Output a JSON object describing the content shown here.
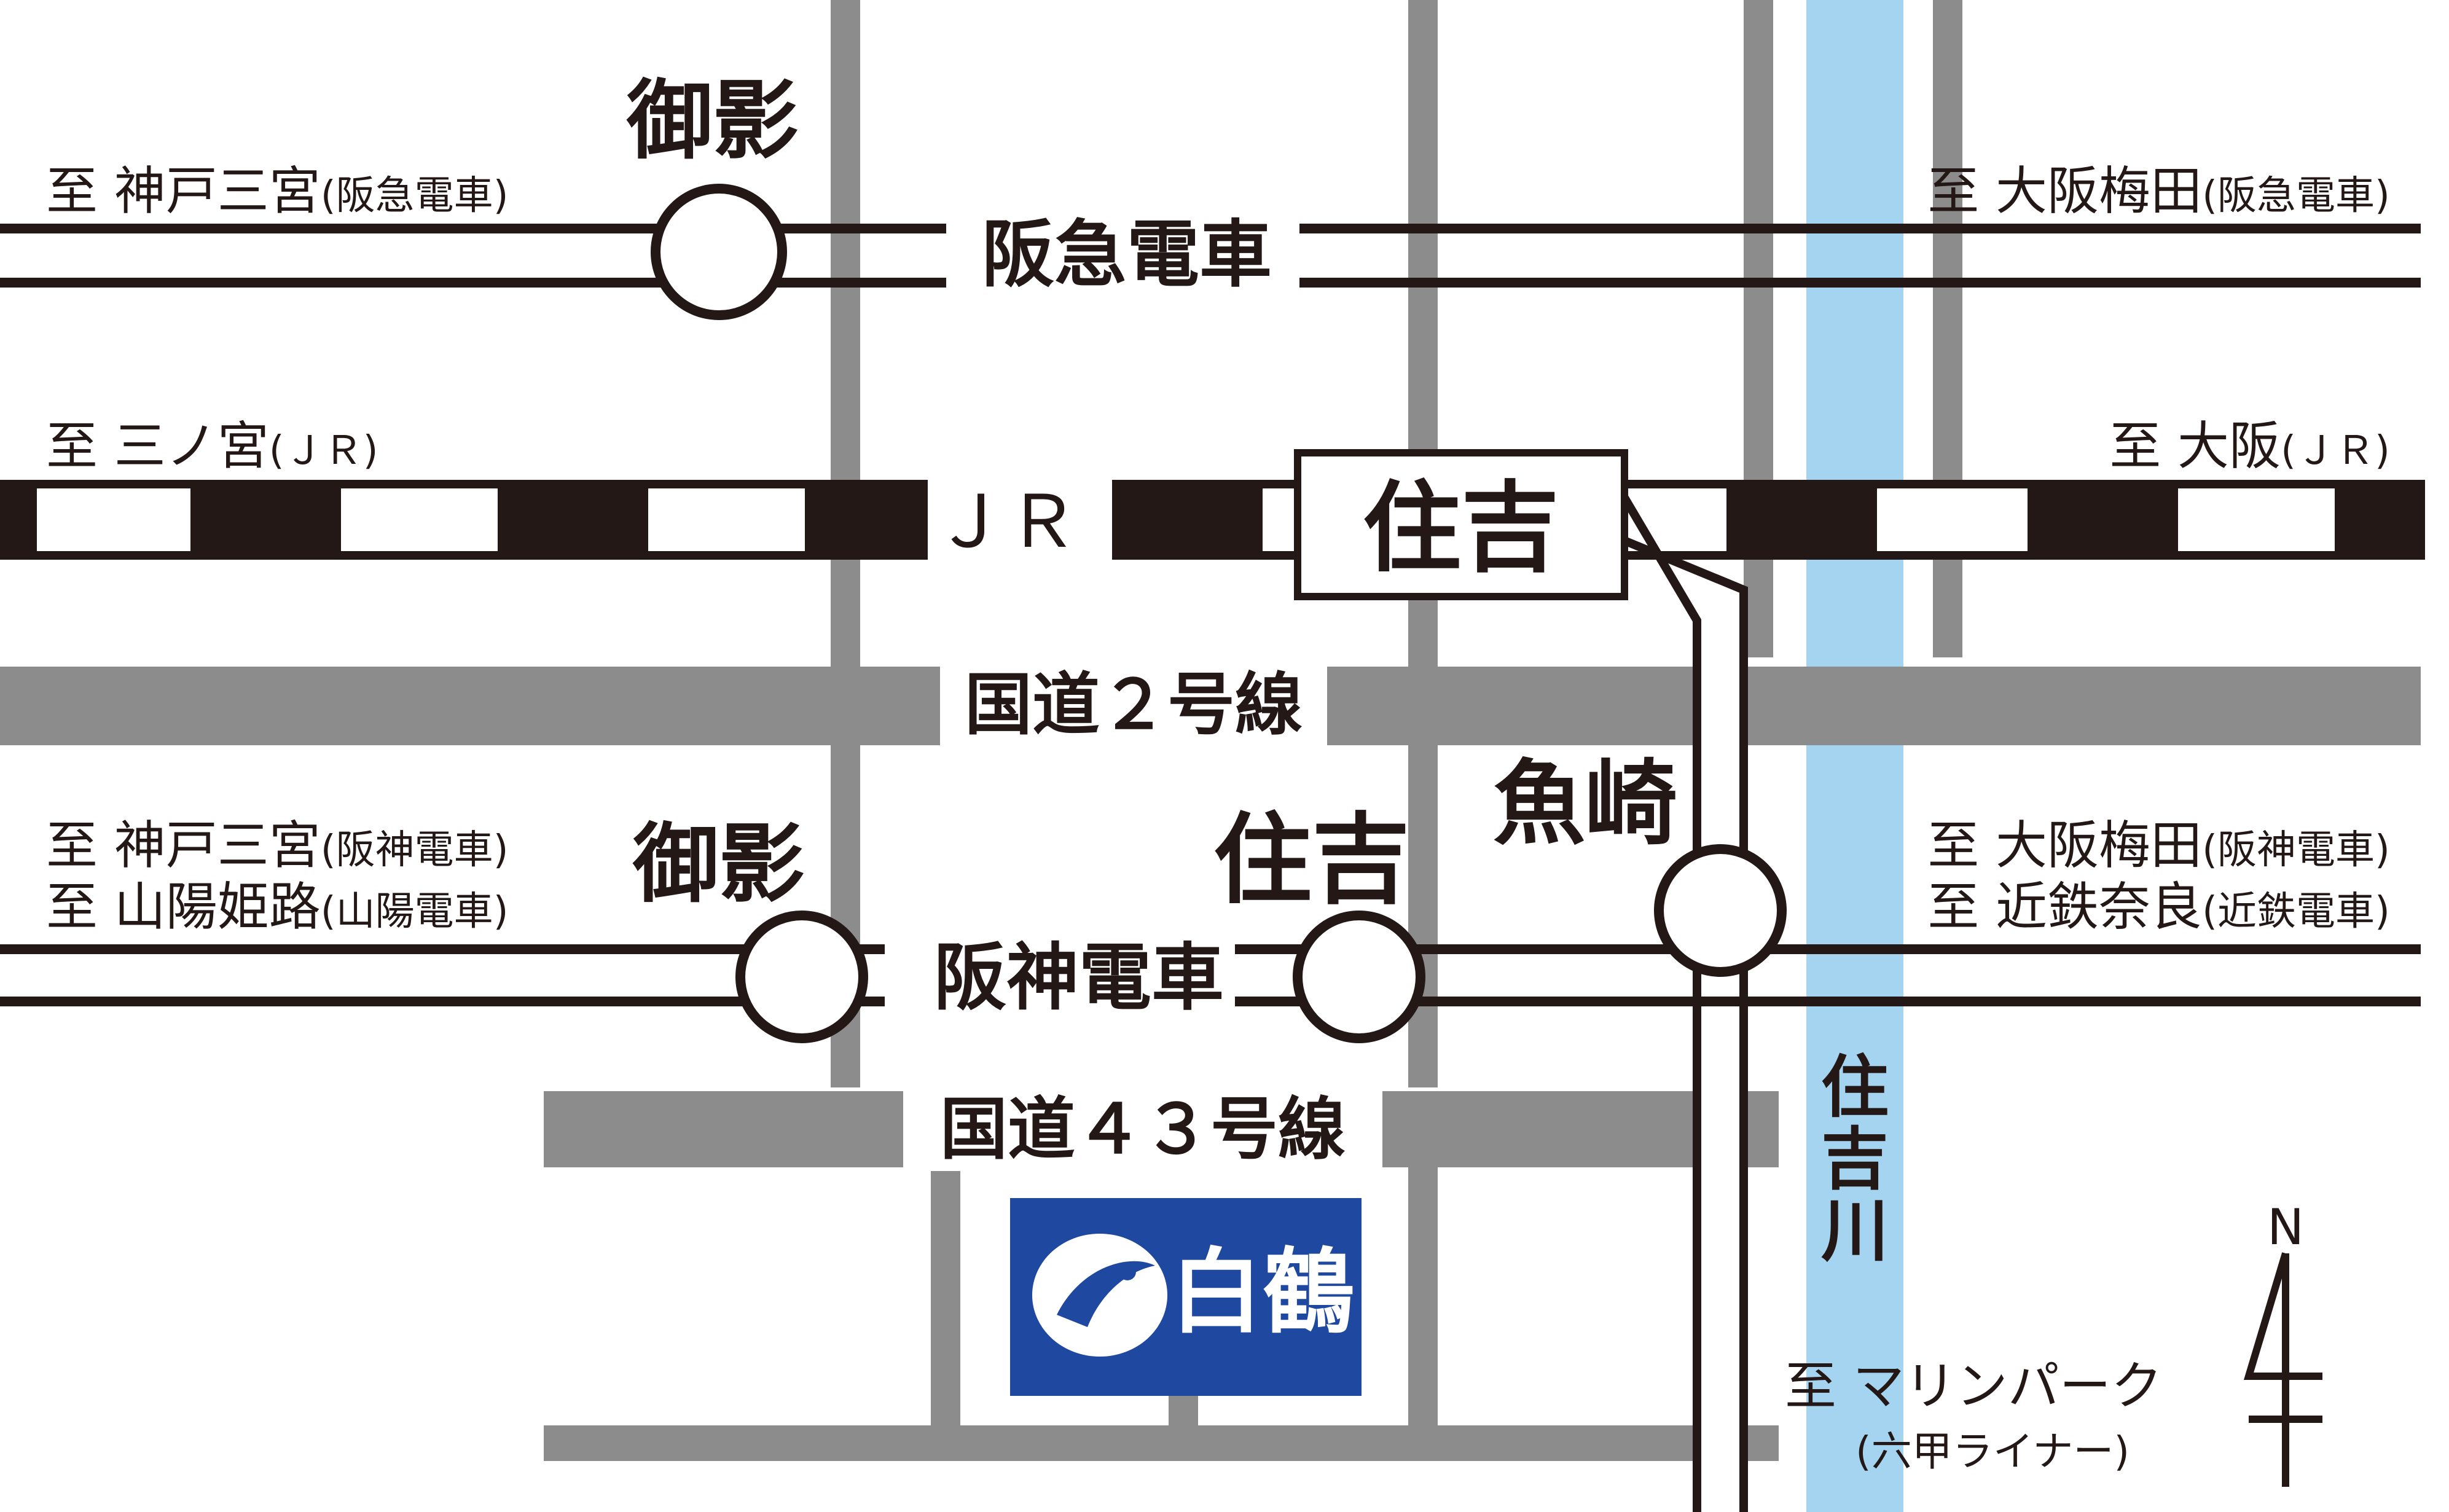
{
  "colors": {
    "road": "#8c8c8c",
    "ink": "#231815",
    "river": "#a5d4f0",
    "logo_bg": "#1f48a0",
    "logo_fg": "#ffffff"
  },
  "railways": {
    "hankyu": {
      "name": "阪急電車",
      "station": "御影",
      "west_dest": "至 神戸三宮",
      "west_dest_note": "(阪急電車)",
      "east_dest": "至 大阪梅田",
      "east_dest_note": "(阪急電車)"
    },
    "jr": {
      "name": "ＪＲ",
      "station": "住吉",
      "west_dest": "至 三ノ宮",
      "west_dest_note": "(ＪＲ)",
      "east_dest": "至 大阪",
      "east_dest_note": "(ＪＲ)"
    },
    "hanshin": {
      "name": "阪神電車",
      "station_1": "御影",
      "station_2": "住吉",
      "west_dest_1": "至 神戸三宮",
      "west_dest_1_note": "(阪神電車)",
      "west_dest_2": "至 山陽姫路",
      "west_dest_2_note": "(山陽電車)",
      "east_dest_1": "至 大阪梅田",
      "east_dest_1_note": "(阪神電車)",
      "east_dest_2": "至 近鉄奈良",
      "east_dest_2_note": "(近鉄電車)"
    },
    "rokko_liner": {
      "station": "魚崎",
      "dest": "至 マリンパーク",
      "dest_note": "(六甲ライナー)"
    }
  },
  "roads": {
    "route2": "国道２号線",
    "route43": "国道４３号線"
  },
  "river": {
    "name_chars": [
      "住",
      "吉",
      "川"
    ]
  },
  "compass": {
    "north": "N"
  },
  "logo": {
    "text": "白鶴",
    "icon": "crane-emblem-icon"
  }
}
